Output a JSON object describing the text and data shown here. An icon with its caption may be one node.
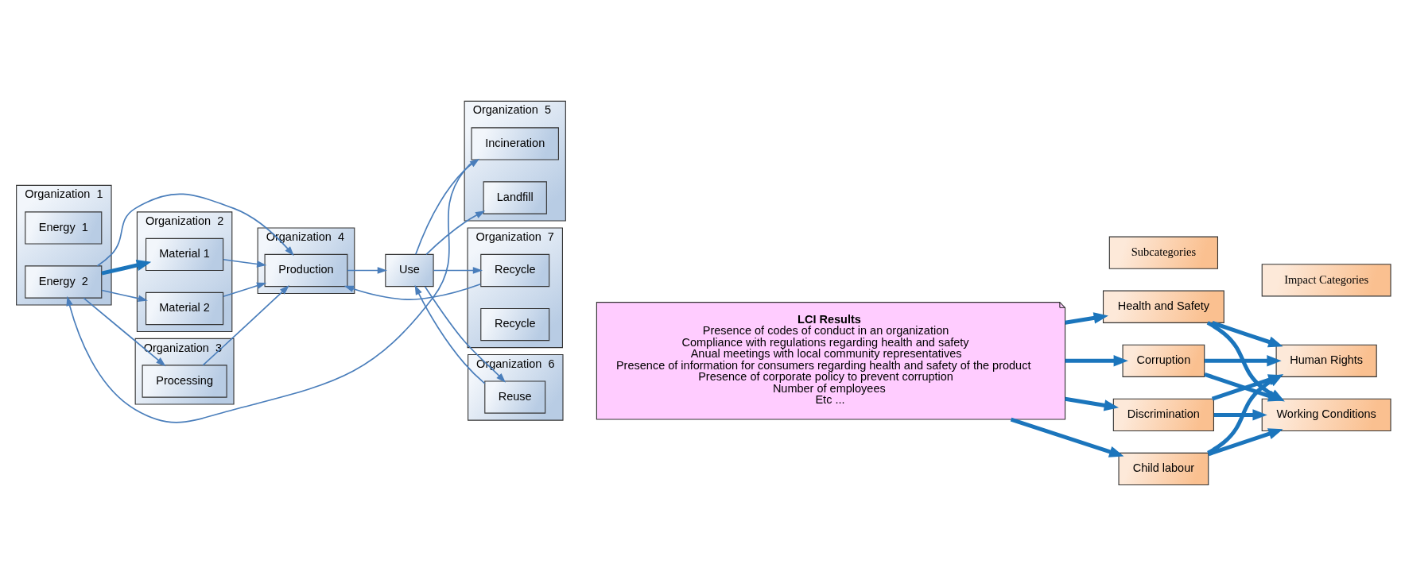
{
  "diagram": {
    "nodes": [
      {
        "text": [
          "Organization  1"
        ]
      },
      {
        "text": [
          "Energy  1"
        ],
        "in": 0
      },
      {
        "text": [
          "Energy  2"
        ],
        "in": 0
      },
      {
        "text": [
          "Organization  2"
        ]
      },
      {
        "text": [
          "Material 1"
        ],
        "in": 3
      },
      {
        "text": [
          "Material 2"
        ],
        "in": 3
      },
      {
        "text": [
          "Organization  3"
        ]
      },
      {
        "text": [
          "Processing"
        ],
        "in": 6
      },
      {
        "text": [
          "Organization  4"
        ]
      },
      {
        "text": [
          "Production"
        ],
        "in": 8
      },
      {
        "text": [
          "Use"
        ]
      },
      {
        "text": [
          "Organization  5"
        ]
      },
      {
        "text": [
          "Incineration"
        ],
        "in": 11
      },
      {
        "text": [
          "Landfill"
        ],
        "in": 11
      },
      {
        "text": [
          "Organization  6"
        ]
      },
      {
        "text": [
          "Reuse"
        ],
        "in": 14
      },
      {
        "text": [
          "Organization  7"
        ]
      },
      {
        "text": [
          "Recycle"
        ],
        "in": 16
      },
      {
        "text": [
          "Recycle"
        ],
        "in": 16
      },
      {
        "text": [
          "LCI Results",
          "Presence of codes of conduct in an organization",
          "Compliance with regulations regarding health and safety",
          "Anual meetings with local community representatives",
          "Presence of information for consumers regarding health and safety of the product",
          "Presence of corporate policy to prevent corruption",
          "Number of employees",
          "Etc ..."
        ]
      },
      {
        "text": [
          "Subcategories"
        ]
      },
      {
        "text": [
          "Impact Categories"
        ]
      },
      {
        "text": [
          "Health and Safety"
        ]
      },
      {
        "text": [
          "Corruption"
        ]
      },
      {
        "text": [
          "Discrimination"
        ]
      },
      {
        "text": [
          "Child labour"
        ]
      },
      {
        "text": [
          "Human Rights"
        ]
      },
      {
        "text": [
          "Working Conditions"
        ]
      }
    ],
    "edges": [
      {
        "from": 2,
        "to": 4,
        "arrow": "to",
        "style": "thick",
        "color": "#1b75bc"
      },
      {
        "from": 2,
        "to": 5,
        "arrow": "to"
      },
      {
        "from": 2,
        "to": 7,
        "arrow": "to"
      },
      {
        "from": 2,
        "to": 9,
        "arrow": "to"
      },
      {
        "from": 4,
        "to": 9,
        "arrow": "to"
      },
      {
        "from": 5,
        "to": 9,
        "arrow": "to"
      },
      {
        "from": 7,
        "to": 9,
        "arrow": "to"
      },
      {
        "from": 9,
        "to": 10,
        "arrow": "to"
      },
      {
        "from": 10,
        "to": 12,
        "arrow": "to"
      },
      {
        "from": 10,
        "to": 13,
        "arrow": "to"
      },
      {
        "from": 10,
        "to": 15,
        "arrow": "to"
      },
      {
        "from": 10,
        "to": 17,
        "arrow": "to"
      },
      {
        "from": 12,
        "to": 2,
        "arrow": "to"
      },
      {
        "from": 15,
        "to": 10,
        "arrow": "to"
      },
      {
        "from": 17,
        "to": 9,
        "arrow": "to"
      },
      {
        "from": 19,
        "to": 22,
        "arrow": "to",
        "style": "thick",
        "color": "#1b75bc"
      },
      {
        "from": 19,
        "to": 23,
        "arrow": "to",
        "style": "thick",
        "color": "#1b75bc"
      },
      {
        "from": 19,
        "to": 24,
        "arrow": "to",
        "style": "thick",
        "color": "#1b75bc"
      },
      {
        "from": 19,
        "to": 25,
        "arrow": "to",
        "style": "thick",
        "color": "#1b75bc"
      },
      {
        "from": 22,
        "to": 26,
        "arrow": "to",
        "style": "thick",
        "color": "#1b75bc"
      },
      {
        "from": 22,
        "to": 27,
        "arrow": "to",
        "style": "thick",
        "color": "#1b75bc"
      },
      {
        "from": 23,
        "to": 26,
        "arrow": "to",
        "style": "thick",
        "color": "#1b75bc"
      },
      {
        "from": 23,
        "to": 27,
        "arrow": "to",
        "style": "thick",
        "color": "#1b75bc"
      },
      {
        "from": 24,
        "to": 26,
        "arrow": "to",
        "style": "thick",
        "color": "#1b75bc"
      },
      {
        "from": 24,
        "to": 27,
        "arrow": "to",
        "style": "thick",
        "color": "#1b75bc"
      },
      {
        "from": 25,
        "to": 26,
        "arrow": "to",
        "style": "thick",
        "color": "#1b75bc"
      },
      {
        "from": 25,
        "to": 27,
        "arrow": "to",
        "style": "thick",
        "color": "#1b75bc"
      }
    ]
  }
}
